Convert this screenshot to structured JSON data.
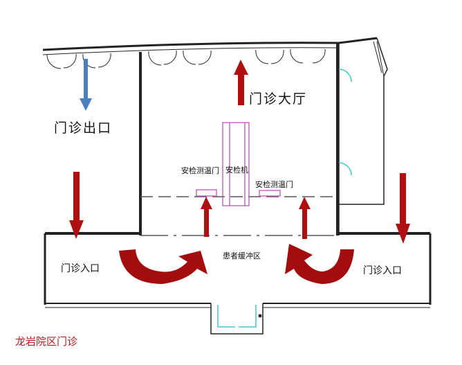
{
  "labels": {
    "exit": "门诊出口",
    "hall": "门诊大厅",
    "gate_left": "安检测温门",
    "scanner": "安检机",
    "gate_right": "安检测温门",
    "buffer": "患者缓冲区",
    "entrance_left": "门诊入口",
    "entrance_right": "门诊入口",
    "title": "龙岩院区门诊"
  },
  "colors": {
    "arrow_red": "#b01010",
    "arrow_blue": "#4a7fc0",
    "equipment": "#c050c0",
    "door_cyan": "#3cc8d8",
    "title_red": "#c0161b"
  }
}
